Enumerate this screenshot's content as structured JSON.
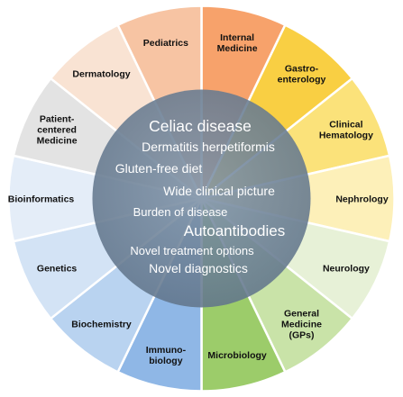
{
  "center": {
    "topics": [
      "Celiac disease",
      "Dermatitis herpetiformis",
      "Gluten-free diet",
      "Wide clinical picture",
      "Burden of disease",
      "Autoantibodies",
      "Novel treatment options",
      "Novel diagnostics"
    ]
  },
  "segments": [
    {
      "label": [
        "Internal",
        "Medicine"
      ],
      "color": "#f7a26b"
    },
    {
      "label": [
        "Gastro-",
        "enterology"
      ],
      "color": "#f9cf43"
    },
    {
      "label": [
        "Clinical",
        "Hematology"
      ],
      "color": "#fbe27a"
    },
    {
      "label": [
        "Nephrology"
      ],
      "color": "#fdf0b9"
    },
    {
      "label": [
        "Neurology"
      ],
      "color": "#e7f1d7"
    },
    {
      "label": [
        "General",
        "Medicine",
        "(GPs)"
      ],
      "color": "#c9e3a8"
    },
    {
      "label": [
        "Microbiology"
      ],
      "color": "#9ccc6a"
    },
    {
      "label": [
        "Immuno-",
        "biology"
      ],
      "color": "#8fb7e6"
    },
    {
      "label": [
        "Biochemistry"
      ],
      "color": "#b9d3f0"
    },
    {
      "label": [
        "Genetics"
      ],
      "color": "#d3e3f5"
    },
    {
      "label": [
        "Bioinformatics"
      ],
      "color": "#e4edf8"
    },
    {
      "label": [
        "Patient-",
        "centered",
        "Medicine"
      ],
      "color": "#e3e3e3"
    },
    {
      "label": [
        "Dermatology"
      ],
      "color": "#f9e3d3"
    },
    {
      "label": [
        "Pediatrics"
      ],
      "color": "#f7c4a3"
    }
  ],
  "colors": {
    "center_fill": "#6f8399",
    "segment_border": "#ffffff",
    "label_text": "#111111",
    "center_text": "#ffffff"
  }
}
